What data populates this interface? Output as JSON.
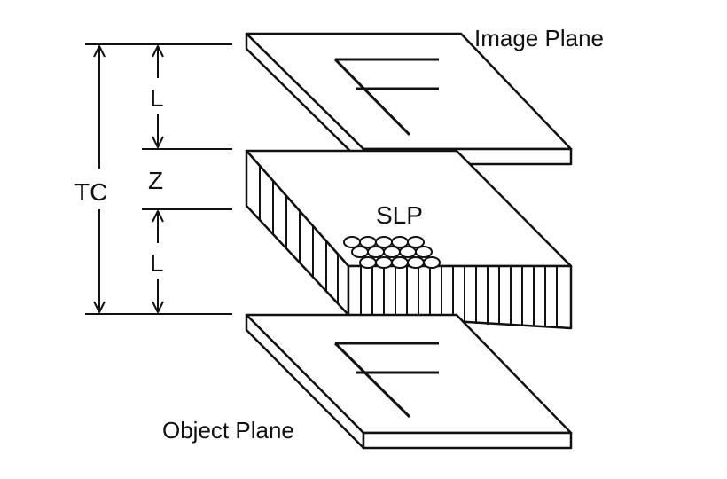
{
  "labels": {
    "image_plane": "Image Plane",
    "object_plane": "Object Plane",
    "slp": "SLP",
    "tc": "TC",
    "l_top": "L",
    "z": "Z",
    "l_bottom": "L"
  },
  "colors": {
    "stroke": "#111111",
    "plate_face": "#ffffff",
    "background": "#ffffff"
  }
}
